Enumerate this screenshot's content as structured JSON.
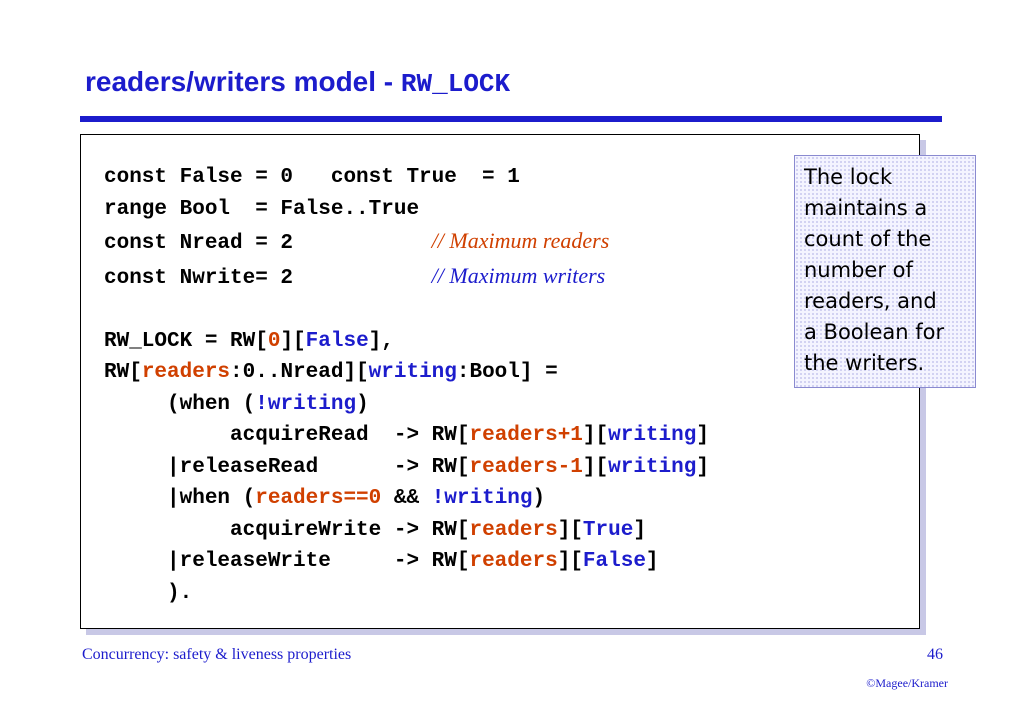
{
  "slide": {
    "title_main": "readers/writers model - ",
    "title_code": "RW_LOCK"
  },
  "code": {
    "l1": "const False = 0   const True  = 1",
    "l2": "range Bool  = False..True",
    "l3": "const Nread = 2",
    "l3_comment": "// Maximum readers",
    "l4": "const Nwrite= 2",
    "l4_comment": "// Maximum writers",
    "l6a": "RW_LOCK = RW[",
    "l6b": "0",
    "l6c": "][",
    "l6d": "False",
    "l6e": "],",
    "l7a": "RW[",
    "l7b": "readers",
    "l7c": ":0..Nread][",
    "l7d": "writing",
    "l7e": ":Bool] =",
    "l8a": "(when (",
    "l8b": "!writing",
    "l8c": ")",
    "l9a": "acquireRead  -> RW[",
    "l9b": "readers+1",
    "l9c": "][",
    "l9d": "writing",
    "l9e": "]",
    "l10a": "|releaseRead      -> RW[",
    "l10b": "readers-1",
    "l10c": "][",
    "l10d": "writing",
    "l10e": "]",
    "l11a": "|when (",
    "l11b": "readers==0",
    "l11c": " && ",
    "l11d": "!writing",
    "l11e": ")",
    "l12a": "acquireWrite -> RW[",
    "l12b": "readers",
    "l12c": "][",
    "l12d": "True",
    "l12e": "]",
    "l13a": "|releaseWrite     -> RW[",
    "l13b": "readers",
    "l13c": "][",
    "l13d": "False",
    "l13e": "]",
    "l14": ")."
  },
  "note": {
    "lines": [
      "The lock",
      "maintains a",
      "count of the",
      "number of",
      "readers, and",
      "a Boolean for",
      "the writers."
    ]
  },
  "footer": {
    "course": "Concurrency: safety & liveness properties",
    "page": "46",
    "copyright": "©Magee/Kramer"
  },
  "colors": {
    "title_blue": "#1c1ccc",
    "keyword_red": "#d04000",
    "shadow": "#c8c8e6"
  }
}
